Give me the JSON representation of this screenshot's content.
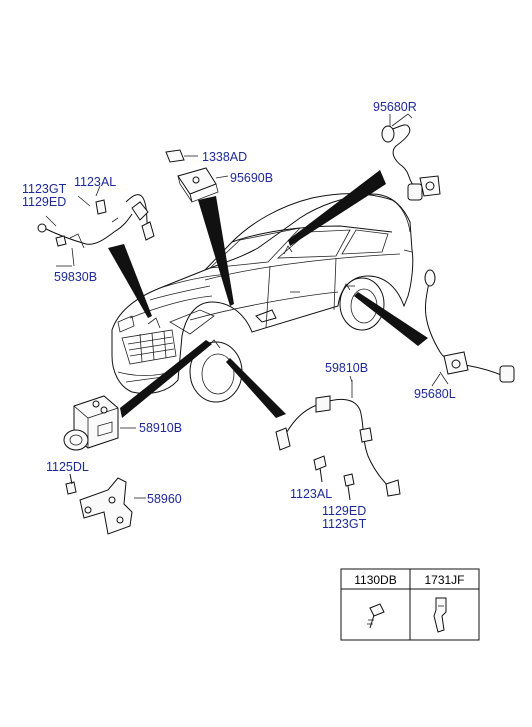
{
  "colors": {
    "label": "#1e2a99",
    "line": "#111111",
    "background": "#ffffff"
  },
  "labels": {
    "p95680R": "95680R",
    "p1338AD": "1338AD",
    "p95690B": "95690B",
    "p1123GT_left": "1123GT",
    "p1129ED_left": "1129ED",
    "p1123AL_left": "1123AL",
    "p59830B": "59830B",
    "p59810B": "59810B",
    "p95680L": "95680L",
    "p58910B": "58910B",
    "p1125DL": "1125DL",
    "p58960": "58960",
    "p1123AL_right": "1123AL",
    "p1129ED_right": "1129ED",
    "p1123GT_right": "1123GT"
  },
  "legend_table": {
    "headers": [
      "1130DB",
      "1731JF"
    ],
    "icons": [
      "bolt-icon",
      "clip-icon"
    ]
  }
}
